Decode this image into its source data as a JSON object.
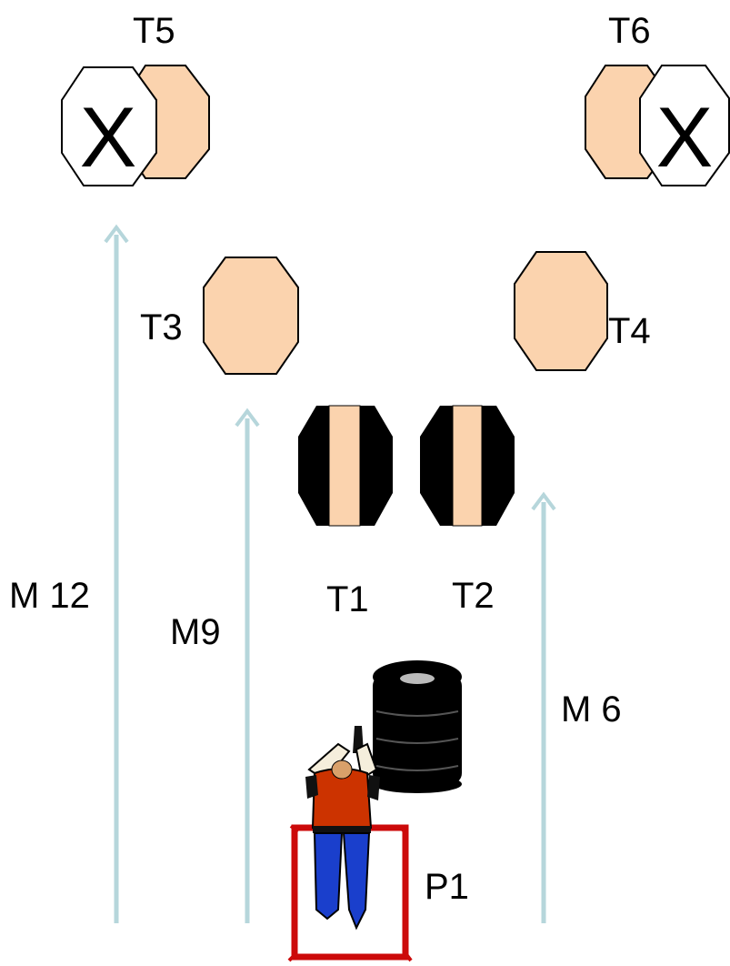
{
  "targets": {
    "t1": {
      "label": "T1"
    },
    "t2": {
      "label": "T2"
    },
    "t3": {
      "label": "T3"
    },
    "t4": {
      "label": "T4"
    },
    "t5": {
      "label": "T5",
      "mark": "X"
    },
    "t6": {
      "label": "T6",
      "mark": "X"
    }
  },
  "distances": {
    "m12": {
      "label": "M 12"
    },
    "m9": {
      "label": "M9"
    },
    "m6": {
      "label": "M 6"
    }
  },
  "position": {
    "label": "P1"
  },
  "colors": {
    "target_fill": "#FBD3AE",
    "no_shoot_fill": "#FFFFFF",
    "arrow": "#B6D6DB",
    "box": "#CC0A0A",
    "shirt": "#CC3300",
    "pants": "#1A3FCC",
    "barrel": "#000000"
  }
}
